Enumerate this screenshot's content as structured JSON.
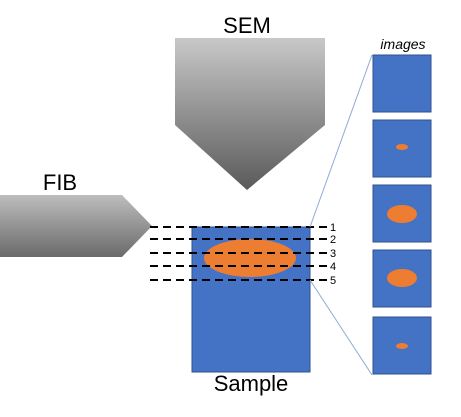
{
  "labels": {
    "sem": "SEM",
    "fib": "FIB",
    "sample": "Sample",
    "images": "images"
  },
  "slices": [
    {
      "number": "1",
      "ellipse_size": "none"
    },
    {
      "number": "2",
      "ellipse_size": "small"
    },
    {
      "number": "3",
      "ellipse_size": "large"
    },
    {
      "number": "4",
      "ellipse_size": "large"
    },
    {
      "number": "5",
      "ellipse_size": "small"
    }
  ],
  "colors": {
    "sample_blue": "#4472C4",
    "feature_orange": "#ED7D31",
    "beam_gray_light": "#c8c8c8",
    "beam_gray_dark": "#5a5a5a",
    "connector_line": "#8fa9d6"
  }
}
